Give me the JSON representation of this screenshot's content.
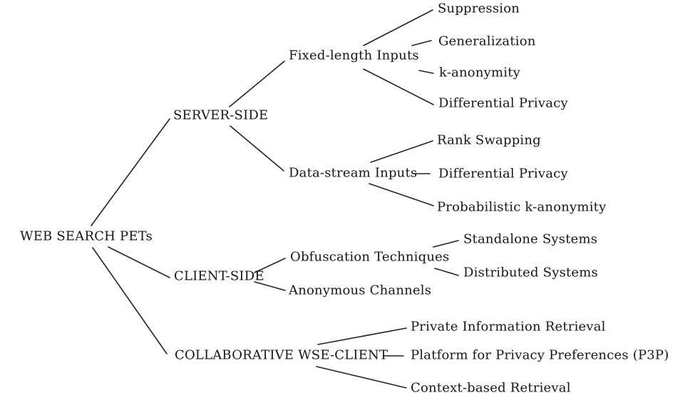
{
  "colors": {
    "background": "#ffffff",
    "text": "#161616",
    "line": "#242424"
  },
  "tree": {
    "label": "WEB SEARCH PETs",
    "children": [
      {
        "label": "SERVER-SIDE",
        "children": [
          {
            "label": "Fixed-length Inputs",
            "children": [
              {
                "label": "Suppression"
              },
              {
                "label": "Generalization"
              },
              {
                "label": "k-anonymity"
              },
              {
                "label": "Differential Privacy"
              }
            ]
          },
          {
            "label": "Data-stream Inputs",
            "children": [
              {
                "label": "Rank Swapping"
              },
              {
                "label": "Differential Privacy"
              },
              {
                "label": "Probabilistic k-anonymity"
              }
            ]
          }
        ]
      },
      {
        "label": "CLIENT-SIDE",
        "children": [
          {
            "label": "Obfuscation Techniques",
            "children": [
              {
                "label": "Standalone Systems"
              },
              {
                "label": "Distributed Systems"
              }
            ]
          },
          {
            "label": "Anonymous Channels"
          }
        ]
      },
      {
        "label": "COLLABORATIVE WSE-CLIENT",
        "children": [
          {
            "label": "Private Information Retrieval"
          },
          {
            "label": "Platform for Privacy Preferences (P3P)"
          },
          {
            "label": "Context-based Retrieval"
          }
        ]
      }
    ]
  }
}
